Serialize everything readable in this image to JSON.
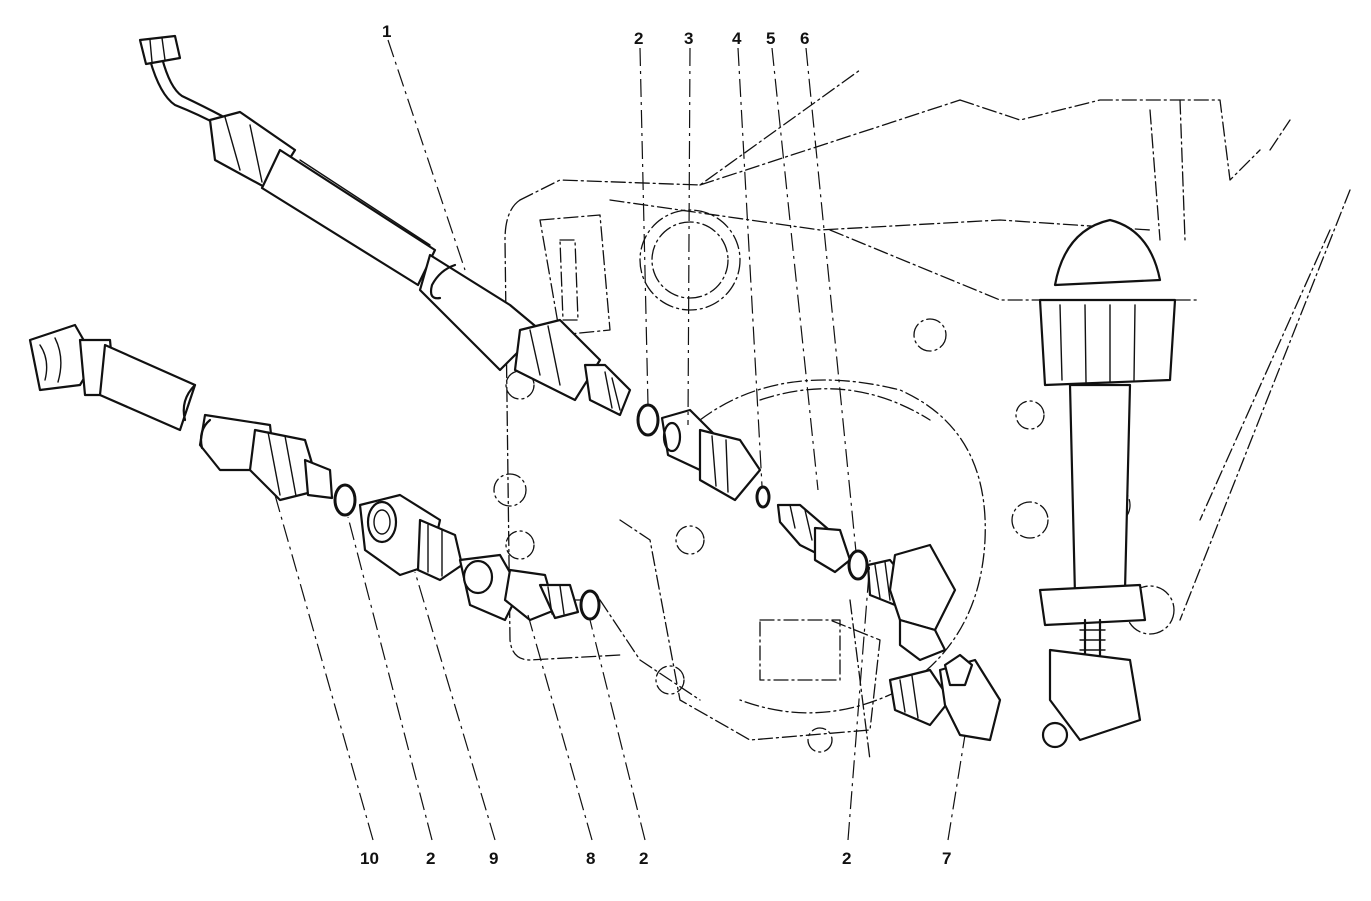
{
  "callouts": [
    {
      "id": "c1",
      "label": "1"
    },
    {
      "id": "c2a",
      "label": "2"
    },
    {
      "id": "c3",
      "label": "3"
    },
    {
      "id": "c4",
      "label": "4"
    },
    {
      "id": "c5",
      "label": "5"
    },
    {
      "id": "c6",
      "label": "6"
    },
    {
      "id": "c10",
      "label": "10"
    },
    {
      "id": "c2b",
      "label": "2"
    },
    {
      "id": "c9",
      "label": "9"
    },
    {
      "id": "c8",
      "label": "8"
    },
    {
      "id": "c2c",
      "label": "2"
    },
    {
      "id": "c2d",
      "label": "2"
    },
    {
      "id": "c7",
      "label": "7"
    }
  ]
}
